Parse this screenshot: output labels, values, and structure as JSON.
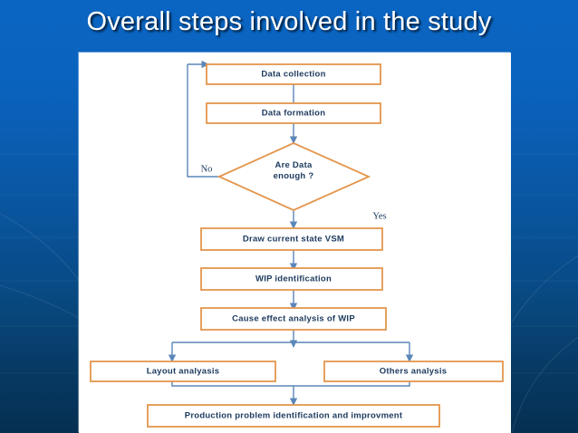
{
  "slide": {
    "title": "Overall steps involved in the study",
    "background_top_color": "#0a65c2",
    "background_bottom_color": "#062f52",
    "panel_color": "#ffffff"
  },
  "diagram": {
    "type": "flowchart",
    "node_border_color": "#e3964d",
    "connector_color": "#5b86b8",
    "text_color": "#1c3a5e",
    "nodes": [
      {
        "id": "data-collection",
        "shape": "rect",
        "label": "Data collection"
      },
      {
        "id": "data-formation",
        "shape": "rect",
        "label": "Data formation"
      },
      {
        "id": "are-data-enough",
        "shape": "diamond",
        "label_line1": "Are Data",
        "label_line2": "enough ?"
      },
      {
        "id": "draw-current-state-vsm",
        "shape": "rect",
        "label": "Draw current state VSM"
      },
      {
        "id": "wip-identification",
        "shape": "rect",
        "label": "WIP identification"
      },
      {
        "id": "cause-effect-analysis",
        "shape": "rect",
        "label": "Cause effect analysis of WIP"
      },
      {
        "id": "layout-analyasis",
        "shape": "rect",
        "label": "Layout analyasis"
      },
      {
        "id": "others-analysis",
        "shape": "rect",
        "label": "Others analysis"
      },
      {
        "id": "production-problem",
        "shape": "rect",
        "label": "Production problem identification and improvment"
      }
    ],
    "edge_labels": [
      {
        "id": "no",
        "label": "No"
      },
      {
        "id": "yes",
        "label": "Yes"
      }
    ]
  }
}
